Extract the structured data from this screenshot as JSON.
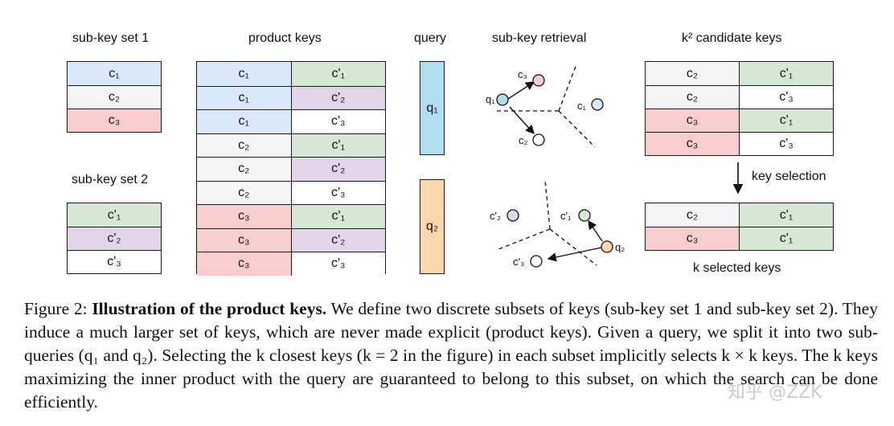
{
  "headers": {
    "subkey_set_1": "sub-key set 1",
    "subkey_set_2": "sub-key set 2",
    "product_keys": "product keys",
    "query": "query",
    "subkey_retrieval": "sub-key retrieval",
    "k2_candidate_keys": "k² candidate keys",
    "key_selection": "key selection",
    "k_selected_keys": "k selected keys"
  },
  "subkey_set_1": [
    {
      "text": "c₁",
      "color": "#dae8fc"
    },
    {
      "text": "c₂",
      "color": "#f5f5f5"
    },
    {
      "text": "c₃",
      "color": "#f8cecc"
    }
  ],
  "subkey_set_2": [
    {
      "text": "c'₁",
      "color": "#d5e8d4"
    },
    {
      "text": "c'₂",
      "color": "#e1d5e7"
    },
    {
      "text": "c'₃",
      "color": "#ffffff"
    }
  ],
  "product_keys": [
    [
      "c₁",
      "c'₁"
    ],
    [
      "c₁",
      "c'₂"
    ],
    [
      "c₁",
      "c'₃"
    ],
    [
      "c₂",
      "c'₁"
    ],
    [
      "c₂",
      "c'₂"
    ],
    [
      "c₂",
      "c'₃"
    ],
    [
      "c₃",
      "c'₁"
    ],
    [
      "c₃",
      "c'₂"
    ],
    [
      "c₃",
      "c'₃"
    ]
  ],
  "queries": {
    "q1": "q₁",
    "q2": "q₂"
  },
  "retrieval": {
    "top": {
      "query": "q₁",
      "near1": "c₃",
      "near2": "c₂",
      "far": "c₁"
    },
    "bottom": {
      "query": "q₂",
      "near1": "c'₁",
      "near2": "c'₃",
      "far": "c'₂"
    }
  },
  "candidate_keys": [
    [
      "c₂",
      "c'₁"
    ],
    [
      "c₂",
      "c'₃"
    ],
    [
      "c₃",
      "c'₁"
    ],
    [
      "c₃",
      "c'₃"
    ]
  ],
  "selected_keys": [
    [
      "c₂",
      "c'₁"
    ],
    [
      "c₃",
      "c'₁"
    ]
  ],
  "caption": {
    "prefix": "Figure 2: ",
    "title": "Illustration of the product keys.",
    "body": " We define two discrete subsets of keys (sub-key set 1 and sub-key set 2). They induce a much larger set of keys, which are never made explicit (product keys). Given a query, we split it into two sub-queries (q₁ and q₂). Selecting the k closest keys (k = 2 in the figure) in each subset implicitly selects k × k keys. The k keys maximizing the inner product with the query are guaranteed to belong to this subset, on which the search can be done efficiently."
  },
  "watermark": "知乎 @ZZK"
}
